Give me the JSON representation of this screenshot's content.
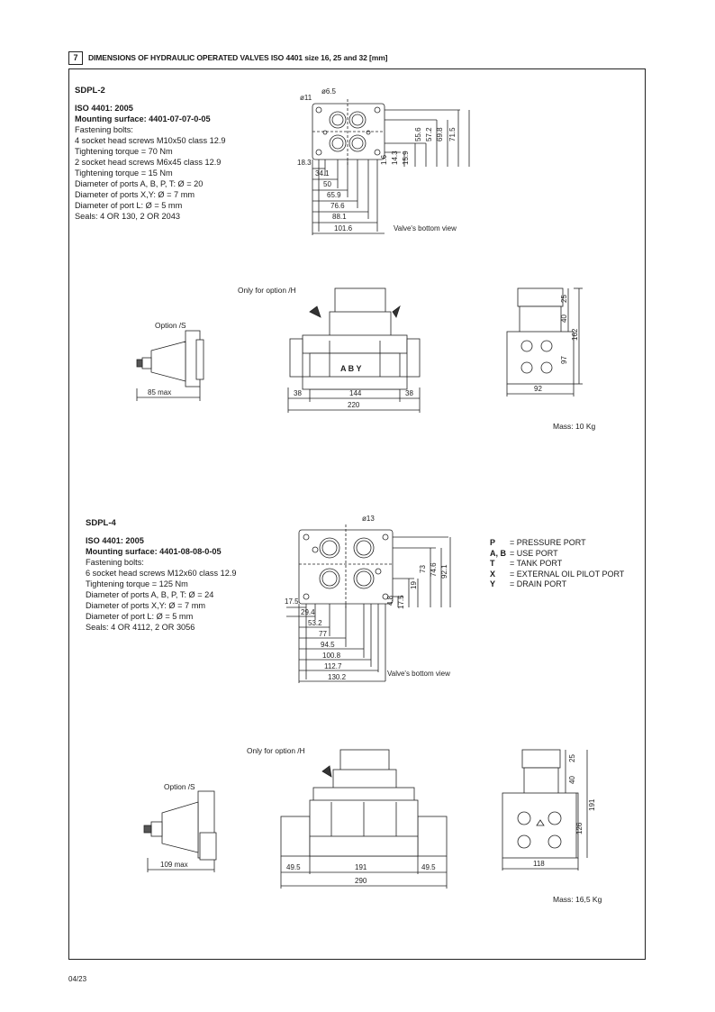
{
  "header": {
    "section_number": "7",
    "title": "DIMENSIONS OF HYDRAULIC OPERATED VALVES ISO 4401 size 16, 25 and 32 [mm]"
  },
  "sdpl2": {
    "model": "SDPL-2",
    "iso": "ISO 4401: 2005",
    "surface": "Mounting surface: 4401-07-07-0-05",
    "lines": [
      "Fastening bolts:",
      "4 socket head screws M10x50 class 12.9",
      "Tightening torque = 70 Nm",
      "2 socket head screws M6x45 class 12.9",
      "Tightening torque = 15 Nm",
      "Diameter of ports A, B, P, T: Ø = 20",
      "Diameter of ports X,Y: Ø = 7 mm",
      "Diameter of port L: Ø = 5 mm",
      "Seals: 4 OR 130, 2 OR 2043"
    ],
    "bottom": {
      "caption": "Valve's bottom view",
      "d1": "ø11",
      "d2": "ø6.5",
      "hdims": [
        "18.3",
        "34.1",
        "50",
        "65.9",
        "76.6",
        "88.1",
        "101.6"
      ],
      "vdims": [
        "1.6",
        "14.3",
        "15.9",
        "55.6",
        "57.2",
        "69.8",
        "71.5"
      ]
    },
    "only_h": "Only for option /H",
    "option_s": "Option /S",
    "max_dim": "85 max",
    "front": {
      "left": "38",
      "mid": "144",
      "right": "38",
      "total": "220",
      "port_text": "A B Y"
    },
    "side": {
      "width": "92",
      "v1": "25",
      "v2": "40",
      "v3": "97",
      "v4": "162"
    },
    "mass": "Mass: 10 Kg"
  },
  "sdpl4": {
    "model": "SDPL-4",
    "iso": "ISO 4401: 2005",
    "surface": "Mounting surface: 4401-08-08-0-05",
    "lines": [
      "Fastening bolts:",
      "6 socket head screws M12x60 class 12.9",
      "Tightening torque = 125 Nm",
      "Diameter of ports A, B, P, T: Ø = 24",
      "Diameter of ports X,Y: Ø = 7 mm",
      "Diameter of port L: Ø = 5 mm",
      "Seals: 4 OR 4112, 2 OR 3056"
    ],
    "bottom": {
      "caption": "Valve's bottom view",
      "d1": "ø13",
      "hdims": [
        "17.5",
        "29.4",
        "53.2",
        "77",
        "94.5",
        "100.8",
        "112.7",
        "130.2"
      ],
      "vdims": [
        "4.8",
        "17.5",
        "19",
        "73",
        "74.6",
        "92.1"
      ]
    },
    "only_h": "Only for option /H",
    "option_s": "Option /S",
    "max_dim": "109 max",
    "front": {
      "left": "49.5",
      "mid": "191",
      "right": "49.5",
      "total": "290"
    },
    "side": {
      "width": "118",
      "v1": "25",
      "v2": "40",
      "v3": "126",
      "v4": "191"
    },
    "mass": "Mass: 16,5 Kg"
  },
  "legend": [
    {
      "key": "P",
      "text": "= PRESSURE PORT"
    },
    {
      "key": "A, B",
      "text": "= USE PORT"
    },
    {
      "key": "T",
      "text": "= TANK PORT"
    },
    {
      "key": "X",
      "text": "= EXTERNAL OIL PILOT PORT"
    },
    {
      "key": "Y",
      "text": "= DRAIN PORT"
    }
  ],
  "footer": "04/23"
}
